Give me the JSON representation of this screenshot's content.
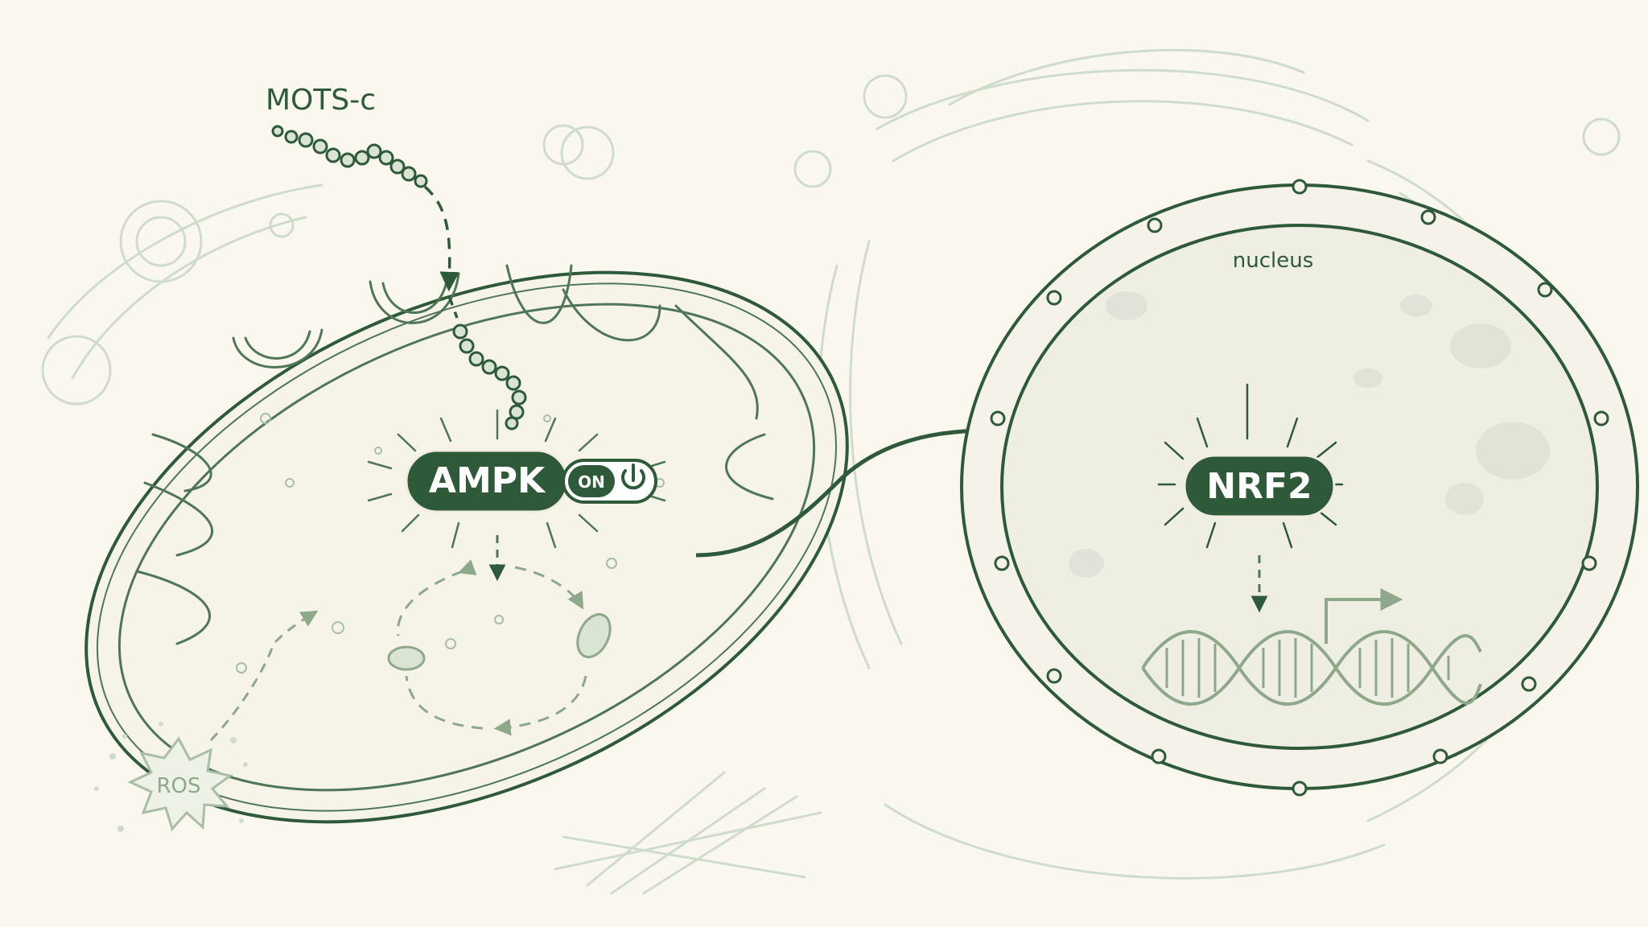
{
  "labels": {
    "peptide": "MOTS-c",
    "kinase": "AMPK",
    "switch": "ON",
    "transcription_factor": "NRF2",
    "compartment": "nucleus",
    "stressor": "ROS"
  },
  "colors": {
    "background": "#faf7ef",
    "ink_dark": "#2f5a3a",
    "ink_medium": "#4f7656",
    "ink_light": "#a9bea5",
    "ink_faint": "#cfdccb",
    "pill_fill": "#2f5a3a",
    "pill_text": "#ffffff",
    "accent_arrow": "#e06a2c"
  },
  "icons": {
    "power": "power-icon",
    "gene_start": "bent-arrow-icon",
    "dna": "dna-helix-icon"
  }
}
